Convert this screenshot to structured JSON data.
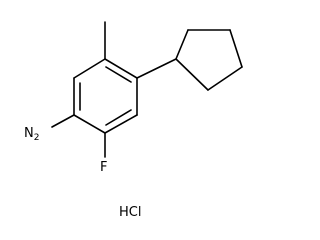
{
  "molecule": {
    "atoms": {
      "amine": {
        "element": "N",
        "hydrogens": "2"
      },
      "fluorine": {
        "element": "F"
      }
    },
    "salt": "HCl"
  }
}
